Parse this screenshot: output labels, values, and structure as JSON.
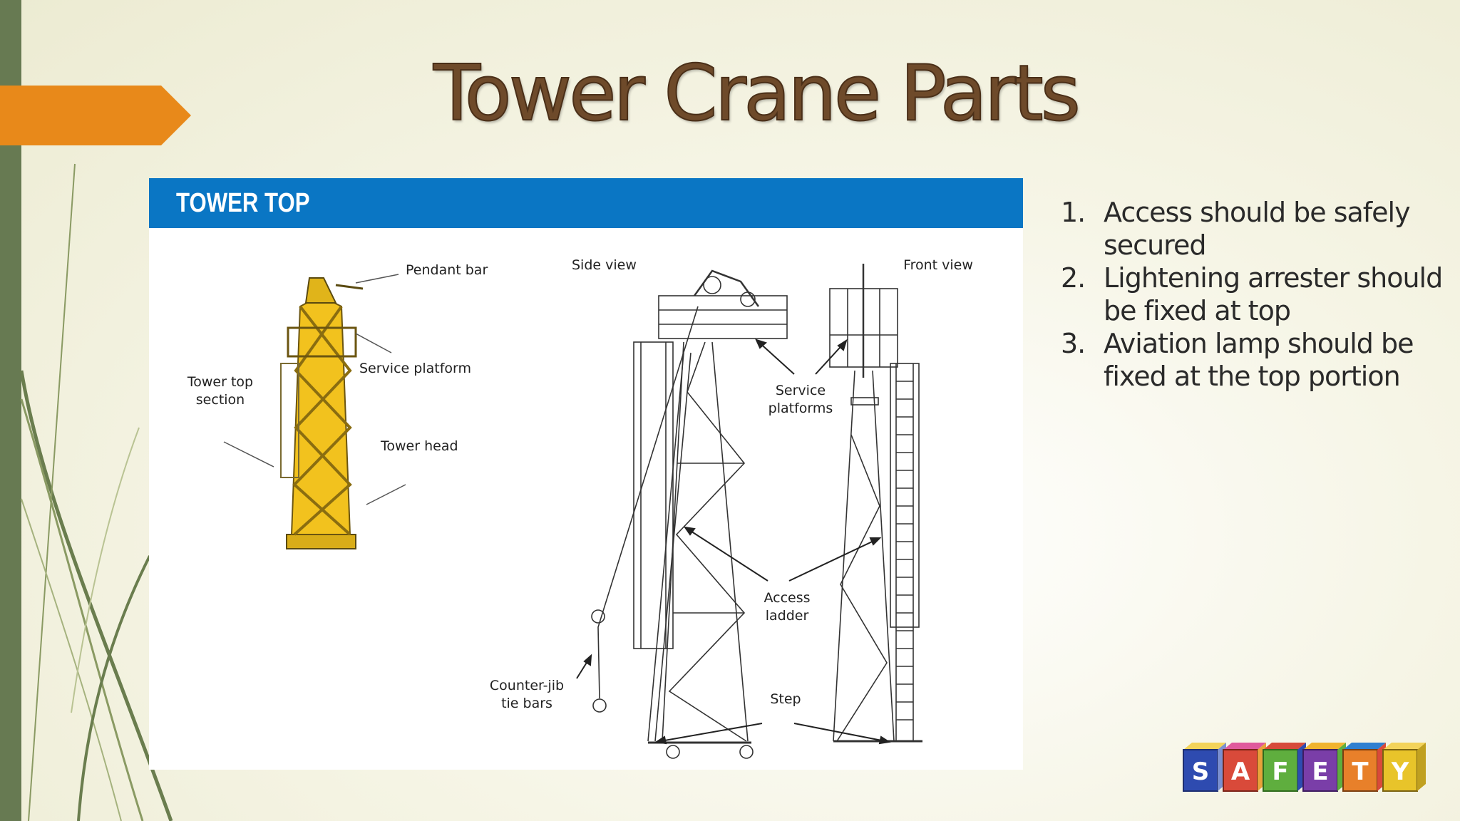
{
  "slide": {
    "title": "Tower Crane Parts",
    "accent_colors": {
      "strip": "#677a52",
      "tab": "#e8891a",
      "banner": "#0a76c4"
    }
  },
  "figure": {
    "banner": "TOWER TOP",
    "labels": {
      "pendant_bar": "Pendant bar",
      "service_platform": "Service platform",
      "tower_top_1": "Tower top",
      "tower_top_2": "section",
      "tower_head": "Tower head",
      "side_view": "Side view",
      "front_view": "Front view",
      "service_platforms_1": "Service",
      "service_platforms_2": "platforms",
      "access_ladder_1": "Access",
      "access_ladder_2": "ladder",
      "counter_jib_1": "Counter-jib",
      "counter_jib_2": "tie bars",
      "step": "Step"
    }
  },
  "bullets": [
    {
      "num": "1.",
      "line1": "Access should be safely",
      "line2": "secured"
    },
    {
      "num": "2.",
      "line1": "Lightening arrester should",
      "line2": "be fixed at top"
    },
    {
      "num": "3.",
      "line1": "Aviation lamp should be",
      "line2": "fixed at the top portion"
    }
  ],
  "logo": {
    "letters": [
      "S",
      "A",
      "F",
      "E",
      "T",
      "Y"
    ]
  }
}
